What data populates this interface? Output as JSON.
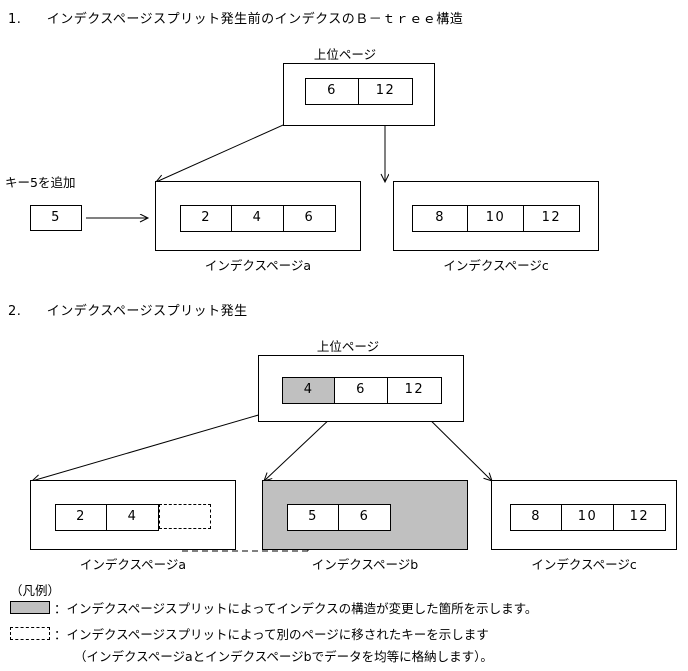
{
  "sections": [
    {
      "number": "1.",
      "title": "インデクスページスプリット発生前のインデクスのＢ－ｔｒｅｅ構造",
      "root_label": "上位ページ",
      "root_cells": [
        "6",
        "12"
      ],
      "input_label": "キー5を追加",
      "input_key": "5",
      "pages": [
        {
          "caption": "インデクスページa",
          "cells": [
            "2",
            "4",
            "6"
          ]
        },
        {
          "caption": "インデクスページc",
          "cells": [
            "8",
            "10",
            "12"
          ]
        }
      ]
    },
    {
      "number": "2.",
      "title": "インデクスページスプリット発生",
      "root_label": "上位ページ",
      "root_cells": [
        "4",
        "6",
        "12"
      ],
      "root_shaded_index": 0,
      "pages": [
        {
          "caption": "インデクスページa",
          "cells": [
            "2",
            "4"
          ],
          "dashed_placeholder": true
        },
        {
          "caption": "インデクスページb",
          "cells": [
            "5",
            "6"
          ],
          "shaded": true
        },
        {
          "caption": "インデクスページc",
          "cells": [
            "8",
            "10",
            "12"
          ]
        }
      ]
    }
  ],
  "legend": {
    "title": "（凡例）",
    "items": [
      {
        "swatch": "gray",
        "text": "：インデクスページスプリットによってインデクスの構造が変更した箇所を示します。"
      },
      {
        "swatch": "dashed",
        "text": "：インデクスページスプリットによって別のページに移されたキーを示します",
        "subtext": "（インデクスページaとインデクスページbでデータを均等に格納します）。"
      }
    ]
  },
  "colors": {
    "shade": "#c0c0c0",
    "line": "#000000",
    "background": "#ffffff"
  }
}
